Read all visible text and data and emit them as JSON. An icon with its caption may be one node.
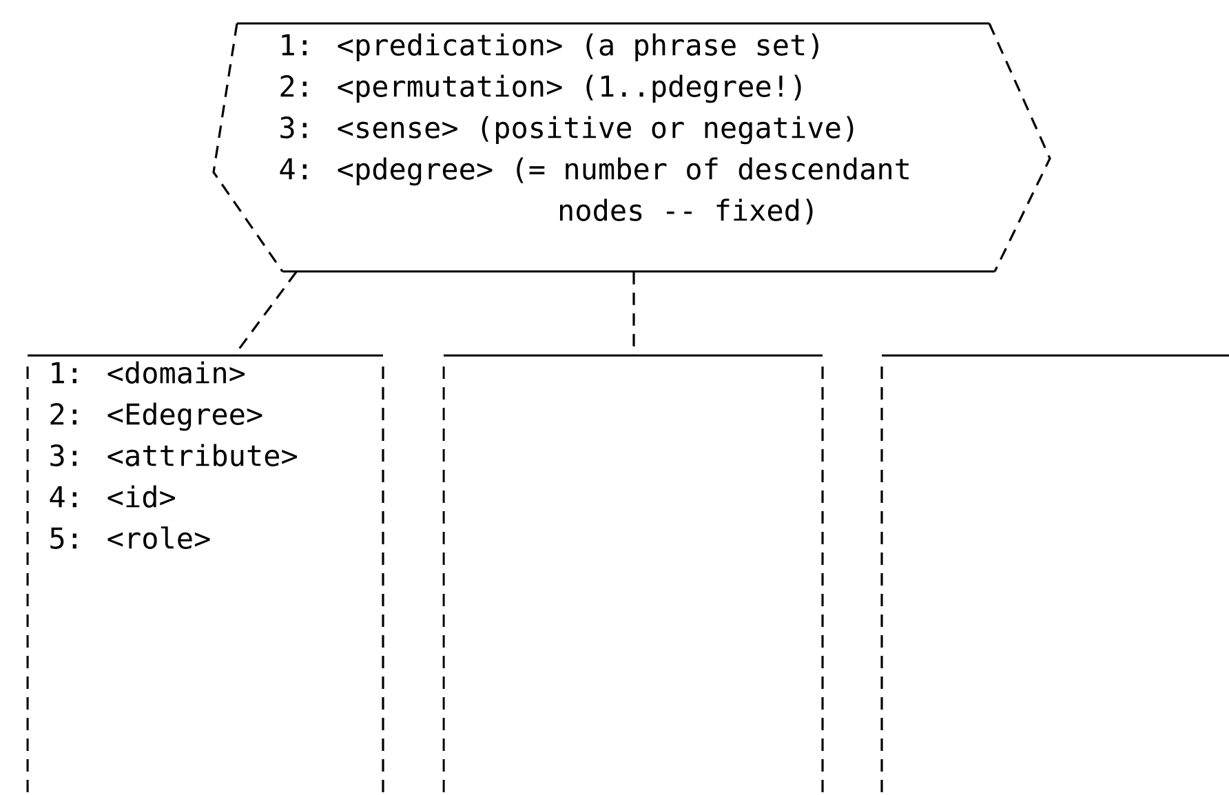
{
  "diagram": {
    "nodes": [
      {
        "text": [
          "1: <predication> (a phrase set)",
          "2: <permutation> (1..pdegree!)",
          "3: <sense> (positive or negative)",
          "4: <pdegree> (= number of descendant nodes -- fixed)"
        ]
      },
      {
        "text": [
          "1: <domain>",
          "2: <Edegree>",
          "3: <attribute>",
          "4: <id>",
          "5: <role>"
        ]
      },
      {
        "text": [],
        "shape": "box"
      },
      {
        "text": [],
        "shape": "box"
      }
    ],
    "edges": [
      {
        "from": 0,
        "to": 1,
        "arrow": "none",
        "style": "dashed"
      },
      {
        "from": 0,
        "to": 2,
        "arrow": "none",
        "style": "dashed"
      }
    ]
  }
}
